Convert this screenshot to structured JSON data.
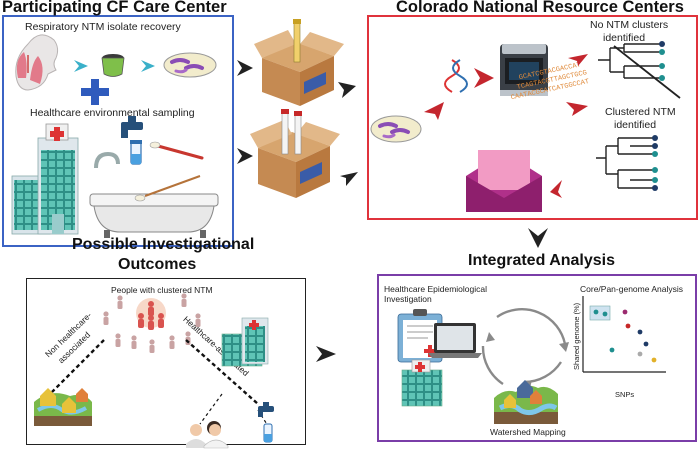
{
  "cf_center": {
    "title": "Participating CF Care Center",
    "isolate_label": "Respiratory NTM isolate recovery",
    "env_label": "Healthcare environmental sampling"
  },
  "national_center": {
    "title": "Colorado National Resource Centers",
    "no_clusters_label": [
      "No NTM clusters",
      "identified"
    ],
    "clustered_label": [
      "Clustered NTM",
      "identified"
    ],
    "sequence_text": [
      "GCATCGTACGACCAT",
      "TCAGTACGTTAGCTGCG",
      "CAATACGCATCATGGCCAT"
    ]
  },
  "integrated": {
    "title": "Integrated Analysis",
    "epi_label": [
      "Healthcare Epidemiological",
      "Investigation"
    ],
    "genome_label": "Core/Pan-genome Analysis",
    "watershed_label": "Watershed Mapping",
    "y_axis_label": "Shared genome (%)",
    "x_axis_label": "SNPs"
  },
  "outcomes": {
    "title": [
      "Possible Investigational",
      "Outcomes"
    ],
    "people_label": "People with clustered NTM",
    "non_hc_label": [
      "Non healthcare-",
      "associated"
    ],
    "hc_label": "Healthcare-associated"
  },
  "colors": {
    "cf_border": "#3b63c4",
    "co_border": "#e0333c",
    "ia_border": "#7a3da8",
    "arrow_red": "#c4262e",
    "arrow_dark": "#222222",
    "arrow_blue": "#3ab0c9",
    "tree_teal": "#1f8f8f",
    "tree_navy": "#1f3b66"
  }
}
